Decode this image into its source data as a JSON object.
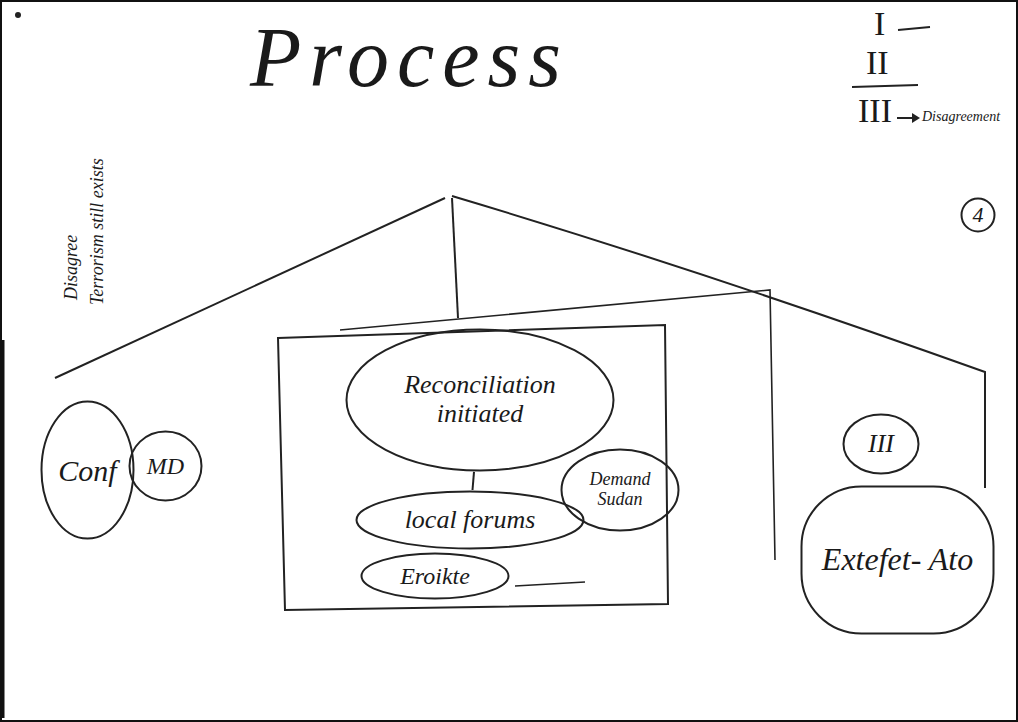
{
  "diagram": {
    "title": "Process",
    "nodes": [
      {
        "text": [
          "4"
        ]
      },
      {
        "text": [
          "Conf"
        ]
      },
      {
        "text": [
          "MD"
        ]
      },
      {
        "text": [
          "Reconciliation initiated"
        ]
      },
      {
        "text": [
          "Demand Sudan"
        ]
      },
      {
        "text": [
          "local forums"
        ]
      },
      {
        "text": [
          "Eroikte"
        ]
      },
      {
        "text": [
          "III"
        ]
      },
      {
        "text": [
          "Extefet- Ato"
        ]
      }
    ],
    "edges": [
      {
        "from": 3,
        "to": 5,
        "arrow": "none"
      }
    ],
    "labels": [
      "I",
      "II",
      "III",
      "Disagreement",
      "Disagree",
      "Terrorism still exists"
    ]
  }
}
